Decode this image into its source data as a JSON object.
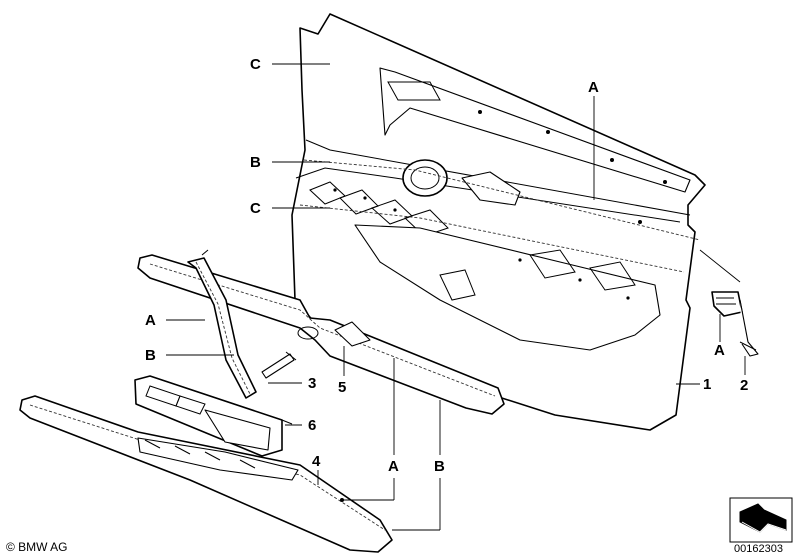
{
  "callouts": {
    "c_top": "C",
    "b_top": "B",
    "c_mid": "C",
    "a_panel": "A",
    "a_handle": "A",
    "b_handle": "B",
    "n3": "3",
    "n5": "5",
    "n6": "6",
    "n4": "4",
    "a_armrest": "A",
    "b_armrest": "B",
    "a_clip": "A",
    "n2": "2",
    "n1": "1"
  },
  "footer": {
    "copyright": "© BMW AG",
    "diagram_number": "00162303"
  }
}
